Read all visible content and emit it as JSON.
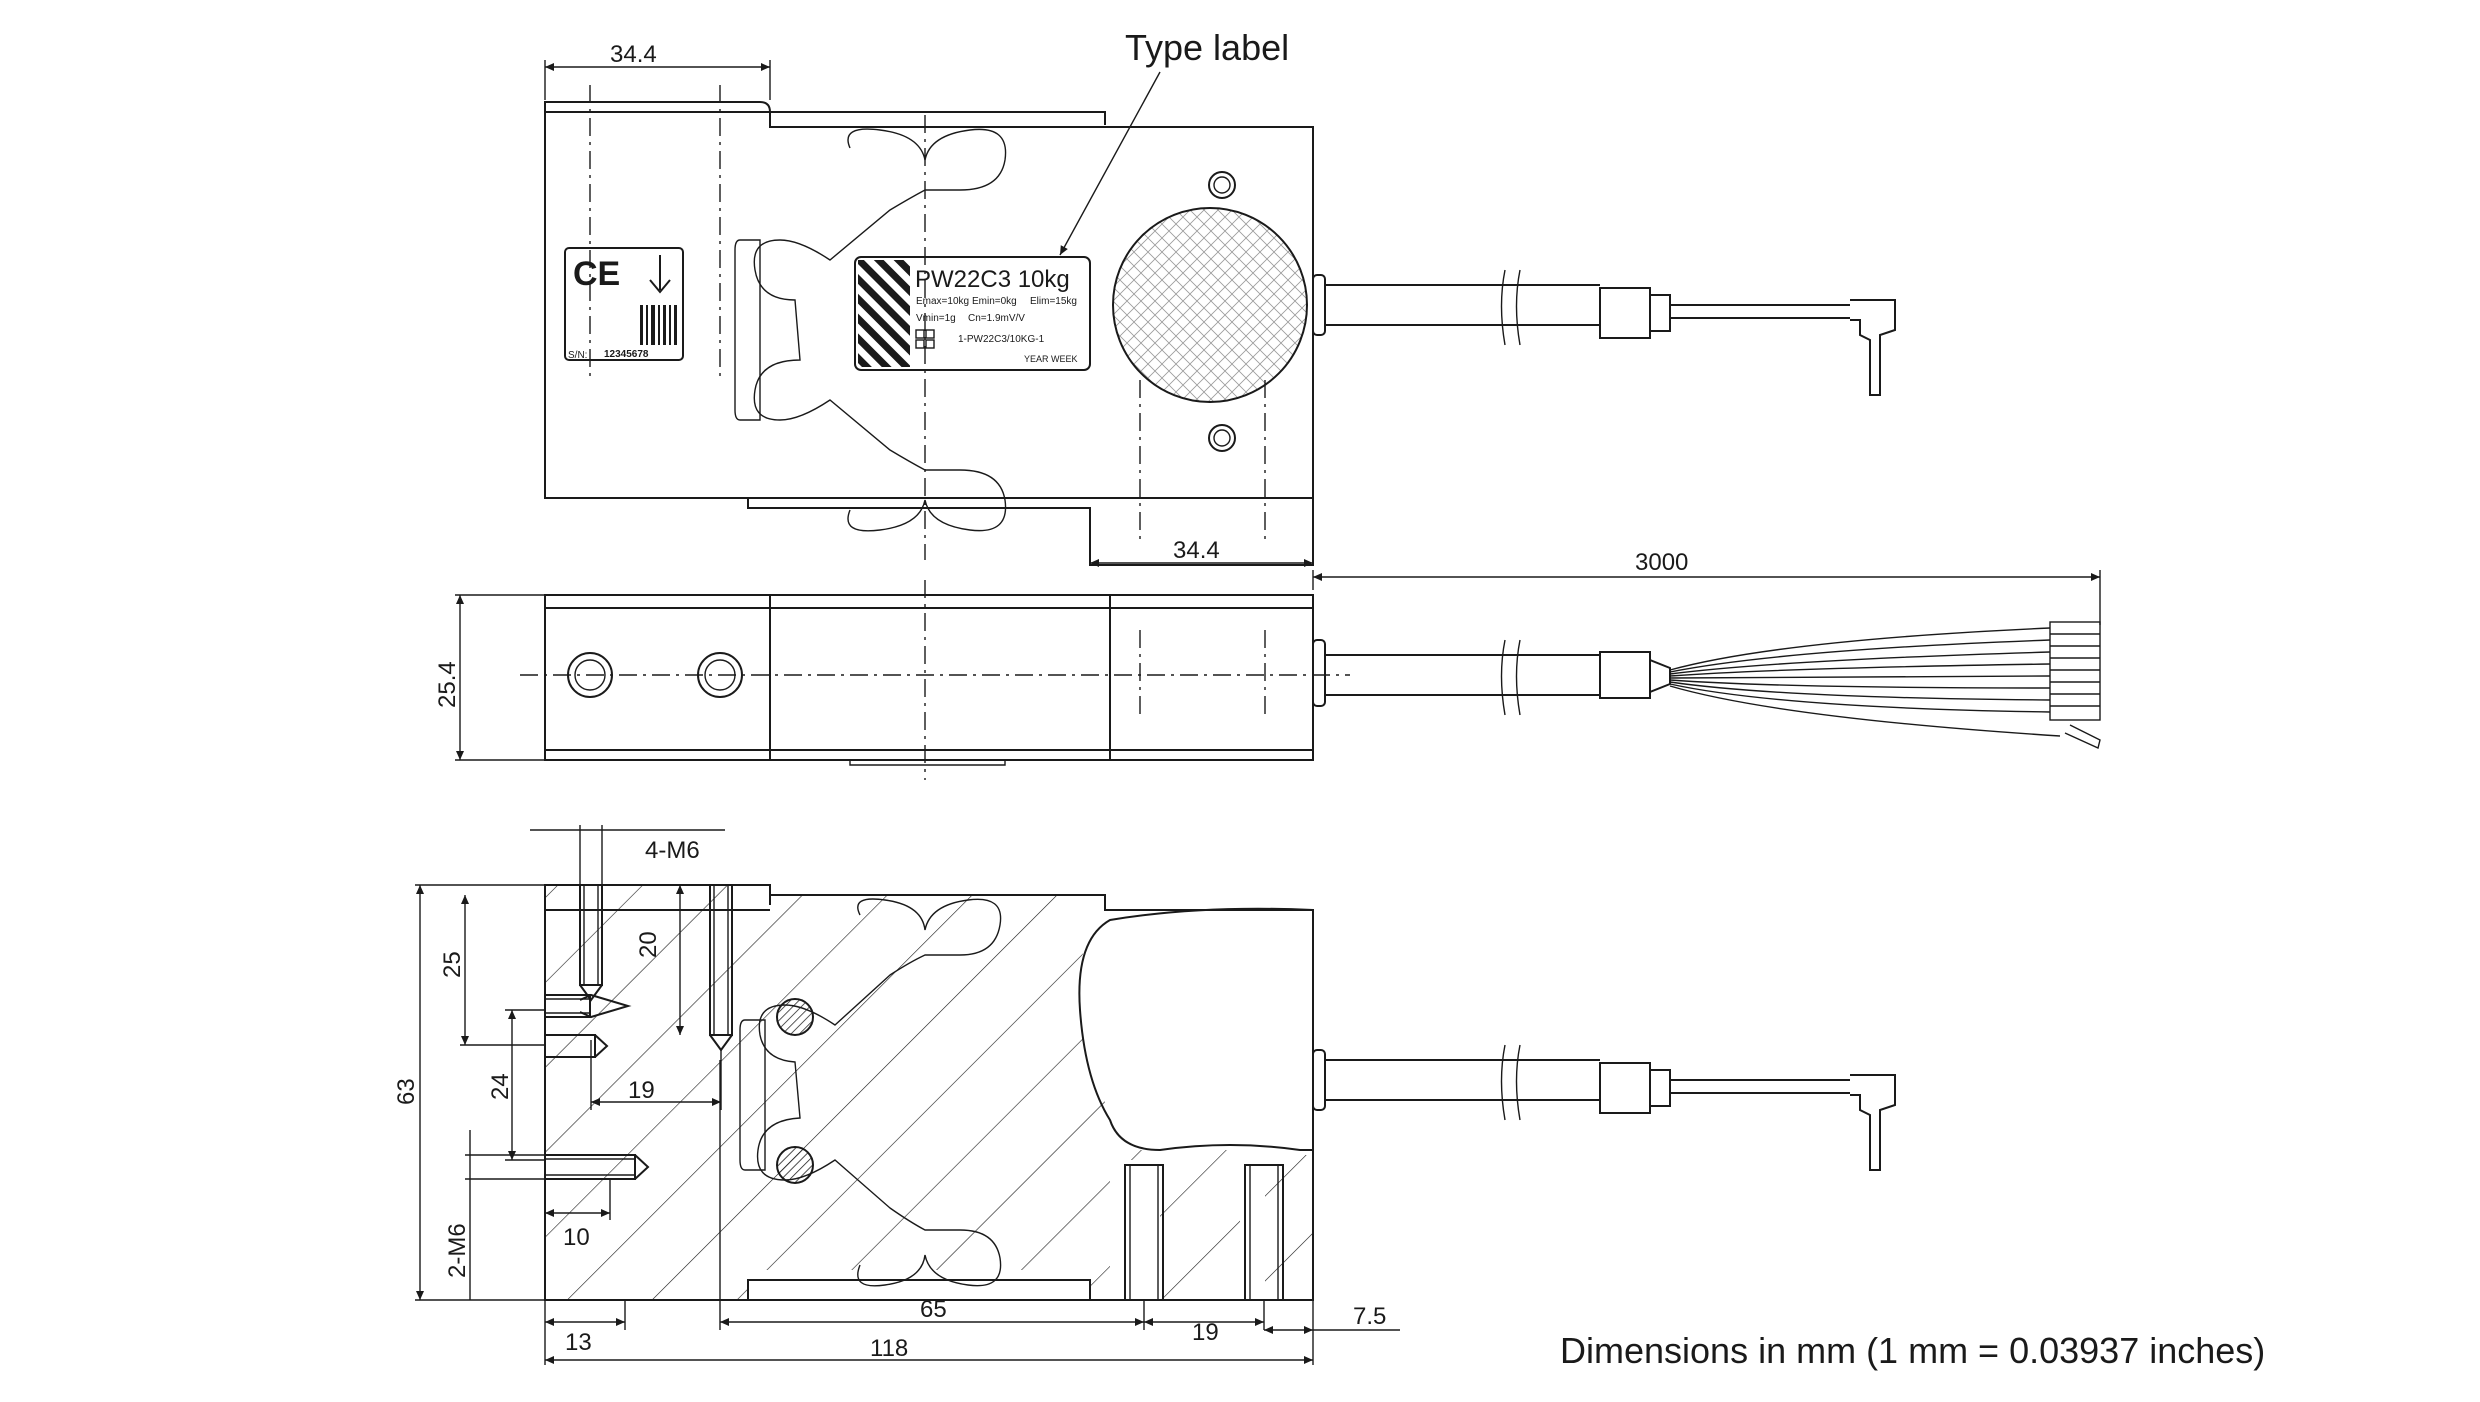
{
  "callout": {
    "type_label": "Type label"
  },
  "label_plate": {
    "model": "PW22C3 10kg",
    "emax": "Emax=10kg",
    "emin": "Emin=0kg",
    "elim": "Elim=15kg",
    "vmin": "Vmin=1g",
    "cn": "Cn=1.9mV/V",
    "code": "1-PW22C3/10KG-1",
    "year_week": "YEAR WEEK"
  },
  "serial_plate": {
    "ce": "CE",
    "sn_label": "S/N:",
    "sn_value": "12345678"
  },
  "dimensions": {
    "top_left_width": "34.4",
    "top_right_width": "34.4",
    "cable_length": "3000",
    "height_side": "25.4",
    "thread_top": "4-M6",
    "depth_25": "25",
    "depth_20": "20",
    "overall_height": "63",
    "hole_spacing_24": "24",
    "offset_19_left": "19",
    "offset_10": "10",
    "thread_side": "2-M6",
    "bottom_13": "13",
    "bottom_65": "65",
    "bottom_19": "19",
    "bottom_7_5": "7.5",
    "overall_length": "118"
  },
  "footer": {
    "note": "Dimensions in mm (1 mm = 0.03937 inches)"
  }
}
